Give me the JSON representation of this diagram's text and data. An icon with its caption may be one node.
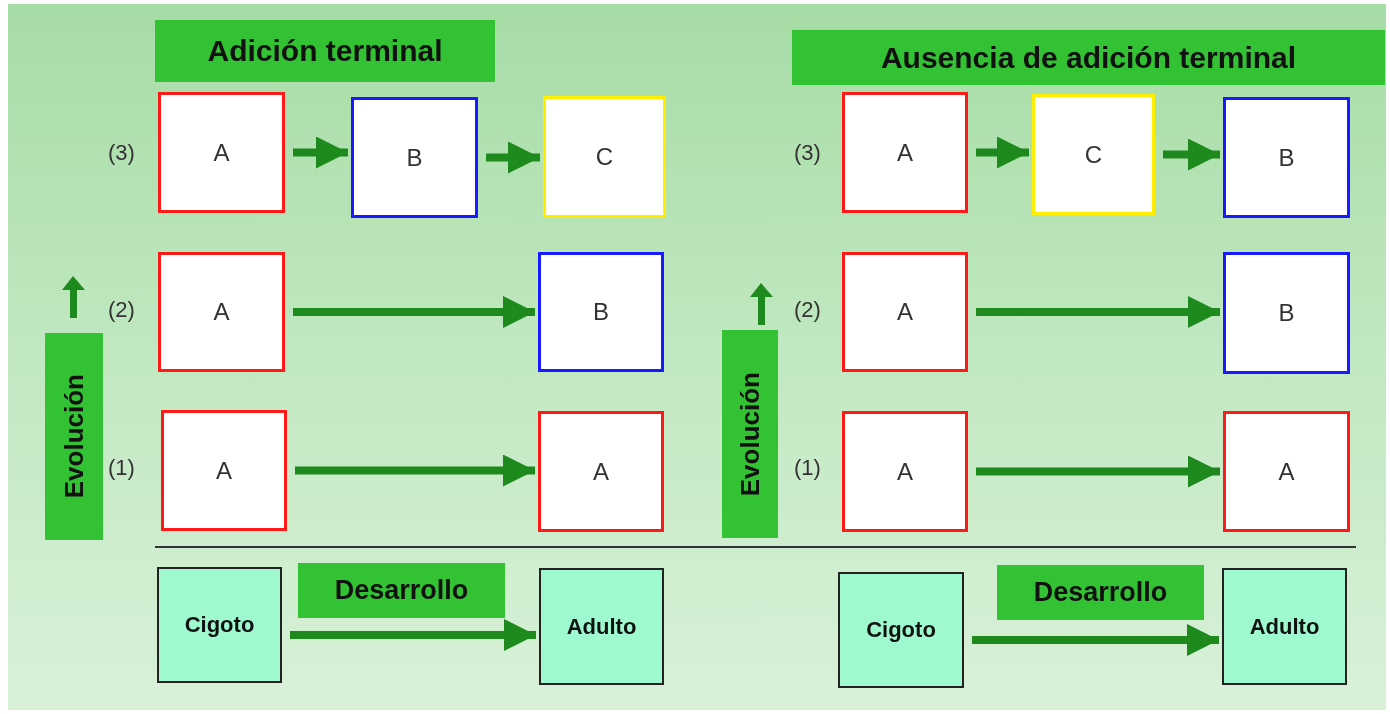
{
  "diagram": {
    "nodes": [
      {
        "text": [
          "Adición terminal"
        ]
      },
      {
        "text": [
          "Ausencia de adición terminal"
        ]
      },
      {
        "text": [
          "A"
        ]
      },
      {
        "text": [
          "B"
        ]
      },
      {
        "text": [
          "C"
        ]
      },
      {
        "text": [
          "A"
        ]
      },
      {
        "text": [
          "C"
        ]
      },
      {
        "text": [
          "B"
        ]
      },
      {
        "text": [
          "A"
        ]
      },
      {
        "text": [
          "B"
        ]
      },
      {
        "text": [
          "A"
        ]
      },
      {
        "text": [
          "B"
        ]
      },
      {
        "text": [
          "A"
        ]
      },
      {
        "text": [
          "A"
        ]
      },
      {
        "text": [
          "A"
        ]
      },
      {
        "text": [
          "A"
        ]
      },
      {
        "text": [
          "Evolución"
        ]
      },
      {
        "text": [
          "Evolución"
        ]
      },
      {
        "text": [
          "Cigoto"
        ]
      },
      {
        "text": [
          "Desarrollo"
        ]
      },
      {
        "text": [
          "Adulto"
        ]
      },
      {
        "text": [
          "Cigoto"
        ]
      },
      {
        "text": [
          "Desarrollo"
        ]
      },
      {
        "text": [
          "Adulto"
        ]
      }
    ],
    "edges": [
      {
        "from": 2,
        "to": 3,
        "arrow": "to"
      },
      {
        "from": 3,
        "to": 4,
        "arrow": "to"
      },
      {
        "from": 5,
        "to": 6,
        "arrow": "to"
      },
      {
        "from": 6,
        "to": 7,
        "arrow": "to"
      },
      {
        "from": 8,
        "to": 9,
        "arrow": "to"
      },
      {
        "from": 10,
        "to": 11,
        "arrow": "to"
      },
      {
        "from": 12,
        "to": 13,
        "arrow": "to"
      },
      {
        "from": 14,
        "to": 15,
        "arrow": "to"
      },
      {
        "from": 18,
        "to": 20,
        "arrow": "to"
      },
      {
        "from": 21,
        "to": 23,
        "arrow": "to"
      }
    ],
    "labels": [
      "(3)",
      "(2)",
      "(1)",
      "(3)",
      "(2)",
      "(1)"
    ]
  }
}
